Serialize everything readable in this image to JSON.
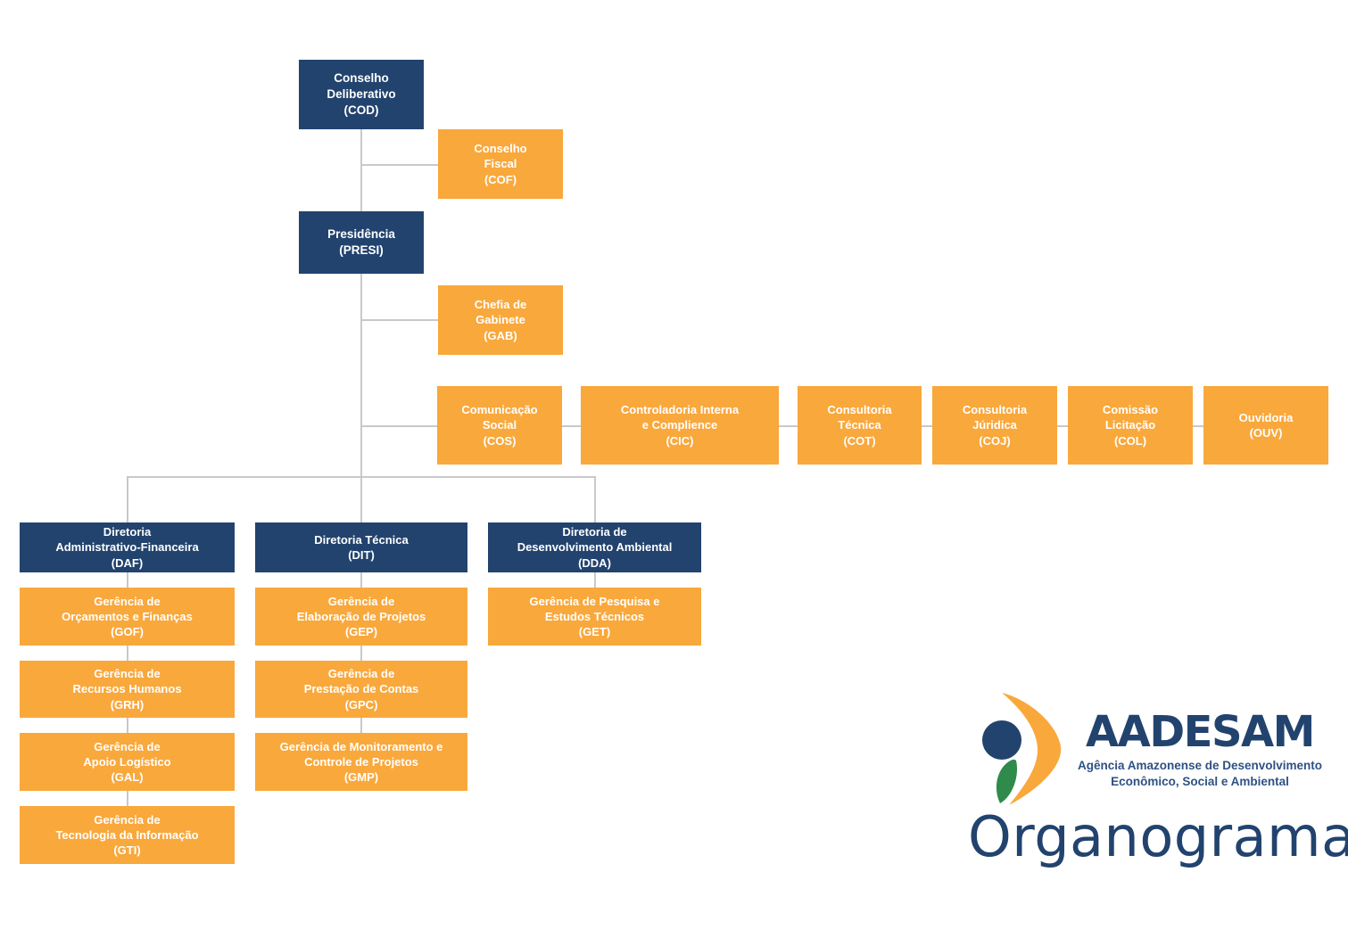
{
  "title": "Organograma AADESAM",
  "colors": {
    "navy": "#22436e",
    "orange": "#f9a83c",
    "line": "#c9c9c9",
    "leaf_green": "#2f8b4c",
    "background": "#ffffff"
  },
  "chart_data": {
    "type": "diagram",
    "subtype": "org-chart",
    "title": "Organograma",
    "levels": [
      {
        "level": 0,
        "nodes": [
          "COD"
        ]
      },
      {
        "level": 1,
        "nodes": [
          "COF"
        ]
      },
      {
        "level": 2,
        "nodes": [
          "PRESI"
        ]
      },
      {
        "level": 3,
        "nodes": [
          "GAB"
        ]
      },
      {
        "level": 4,
        "nodes": [
          "COS",
          "CIC",
          "COT",
          "COJ",
          "COL",
          "OUV"
        ]
      },
      {
        "level": 5,
        "nodes": [
          "DAF",
          "DIT",
          "DDA"
        ]
      },
      {
        "level": 6,
        "nodes": [
          "GOF",
          "GRH",
          "GAL",
          "GTI",
          "GEP",
          "GPC",
          "GMP",
          "GET"
        ]
      }
    ],
    "edges": [
      {
        "from": "COD",
        "to": "COF"
      },
      {
        "from": "COD",
        "to": "PRESI"
      },
      {
        "from": "PRESI",
        "to": "GAB"
      },
      {
        "from": "PRESI",
        "to": "COS"
      },
      {
        "from": "COS",
        "to": "CIC"
      },
      {
        "from": "CIC",
        "to": "COT"
      },
      {
        "from": "COT",
        "to": "COJ"
      },
      {
        "from": "COJ",
        "to": "COL"
      },
      {
        "from": "COL",
        "to": "OUV"
      },
      {
        "from": "PRESI",
        "to": "DAF"
      },
      {
        "from": "PRESI",
        "to": "DIT"
      },
      {
        "from": "PRESI",
        "to": "DDA"
      },
      {
        "from": "DAF",
        "to": "GOF"
      },
      {
        "from": "GOF",
        "to": "GRH"
      },
      {
        "from": "GRH",
        "to": "GAL"
      },
      {
        "from": "GAL",
        "to": "GTI"
      },
      {
        "from": "DIT",
        "to": "GEP"
      },
      {
        "from": "GEP",
        "to": "GPC"
      },
      {
        "from": "GPC",
        "to": "GMP"
      },
      {
        "from": "DDA",
        "to": "GET"
      }
    ]
  },
  "nodes": {
    "cod": {
      "label": "Conselho\nDeliberativo\n(COD)",
      "acronym": "COD",
      "name": "Conselho Deliberativo",
      "type": "navy"
    },
    "cof": {
      "label": "Conselho\nFiscal\n(COF)",
      "acronym": "COF",
      "name": "Conselho Fiscal",
      "type": "orange"
    },
    "presi": {
      "label": "Presidência\n(PRESI)",
      "acronym": "PRESI",
      "name": "Presidência",
      "type": "navy"
    },
    "gab": {
      "label": "Chefia de\nGabinete\n(GAB)",
      "acronym": "GAB",
      "name": "Chefia de Gabinete",
      "type": "orange"
    },
    "cos": {
      "label": "Comunicação\nSocial\n(COS)",
      "acronym": "COS",
      "name": "Comunicação Social",
      "type": "orange"
    },
    "cic": {
      "label": "Controladoria Interna\ne Complience\n(CIC)",
      "acronym": "CIC",
      "name": "Controladoria Interna e Complience",
      "type": "orange"
    },
    "cot": {
      "label": "Consultoria\nTécnica\n(COT)",
      "acronym": "COT",
      "name": "Consultoria Técnica",
      "type": "orange"
    },
    "coj": {
      "label": "Consultoria\nJúridica\n(COJ)",
      "acronym": "COJ",
      "name": "Consultoria Júridica",
      "type": "orange"
    },
    "col": {
      "label": "Comissão\nLicitação\n(COL)",
      "acronym": "COL",
      "name": "Comissão Licitação",
      "type": "orange"
    },
    "ouv": {
      "label": "Ouvidoria\n(OUV)",
      "acronym": "OUV",
      "name": "Ouvidoria",
      "type": "orange"
    },
    "daf": {
      "label": "Diretoria\nAdministrativo-Financeira\n(DAF)",
      "acronym": "DAF",
      "name": "Diretoria Administrativo-Financeira",
      "type": "navy"
    },
    "dit": {
      "label": "Diretoria Técnica\n(DIT)",
      "acronym": "DIT",
      "name": "Diretoria Técnica",
      "type": "navy"
    },
    "dda": {
      "label": "Diretoria de\nDesenvolvimento Ambiental\n(DDA)",
      "acronym": "DDA",
      "name": "Diretoria de Desenvolvimento Ambiental",
      "type": "navy"
    },
    "gof": {
      "label": "Gerência de\nOrçamentos e Finanças\n(GOF)",
      "acronym": "GOF",
      "name": "Gerência de Orçamentos e Finanças",
      "type": "orange"
    },
    "grh": {
      "label": "Gerência de\nRecursos Humanos\n(GRH)",
      "acronym": "GRH",
      "name": "Gerência de Recursos Humanos",
      "type": "orange"
    },
    "gal": {
      "label": "Gerência de\nApoio Logístico\n(GAL)",
      "acronym": "GAL",
      "name": "Gerência de Apoio Logístico",
      "type": "orange"
    },
    "gti": {
      "label": "Gerência de\nTecnologia da Informação\n(GTI)",
      "acronym": "GTI",
      "name": "Gerência de Tecnologia da Informação",
      "type": "orange"
    },
    "gep": {
      "label": "Gerência de\nElaboração de Projetos\n(GEP)",
      "acronym": "GEP",
      "name": "Gerência de Elaboração de Projetos",
      "type": "orange"
    },
    "gpc": {
      "label": "Gerência de\nPrestação de Contas\n(GPC)",
      "acronym": "GPC",
      "name": "Gerência de Prestação de Contas",
      "type": "orange"
    },
    "gmp": {
      "label": "Gerência de Monitoramento e\nControle de Projetos\n(GMP)",
      "acronym": "GMP",
      "name": "Gerência de Monitoramento e Controle de Projetos",
      "type": "orange"
    },
    "get": {
      "label": "Gerência de Pesquisa e\nEstudos Técnicos\n(GET)",
      "acronym": "GET",
      "name": "Gerência de Pesquisa e Estudos Técnicos",
      "type": "orange"
    }
  },
  "logo": {
    "wordmark": "AADESAM",
    "tagline": "Agência Amazonense de Desenvolvimento\nEconômico, Social e Ambiental",
    "caption": "Organograma"
  }
}
